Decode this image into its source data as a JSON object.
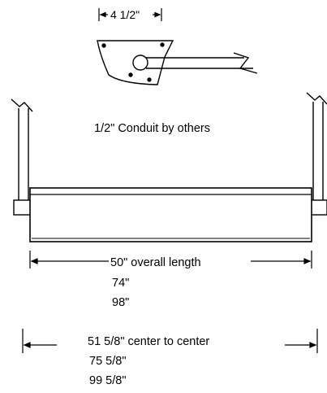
{
  "labels": {
    "bracket_width": "4 1/2\"",
    "conduit_note": "1/2\" Conduit by others",
    "overall_length": "50\" overall length",
    "overall_length_alt1": "74\"",
    "overall_length_alt2": "98\"",
    "center_to_center": "51 5/8\" center to center",
    "center_to_center_alt1": "75 5/8\"",
    "center_to_center_alt2": "99 5/8\""
  },
  "colors": {
    "line": "#000000",
    "background": "#ffffff"
  }
}
